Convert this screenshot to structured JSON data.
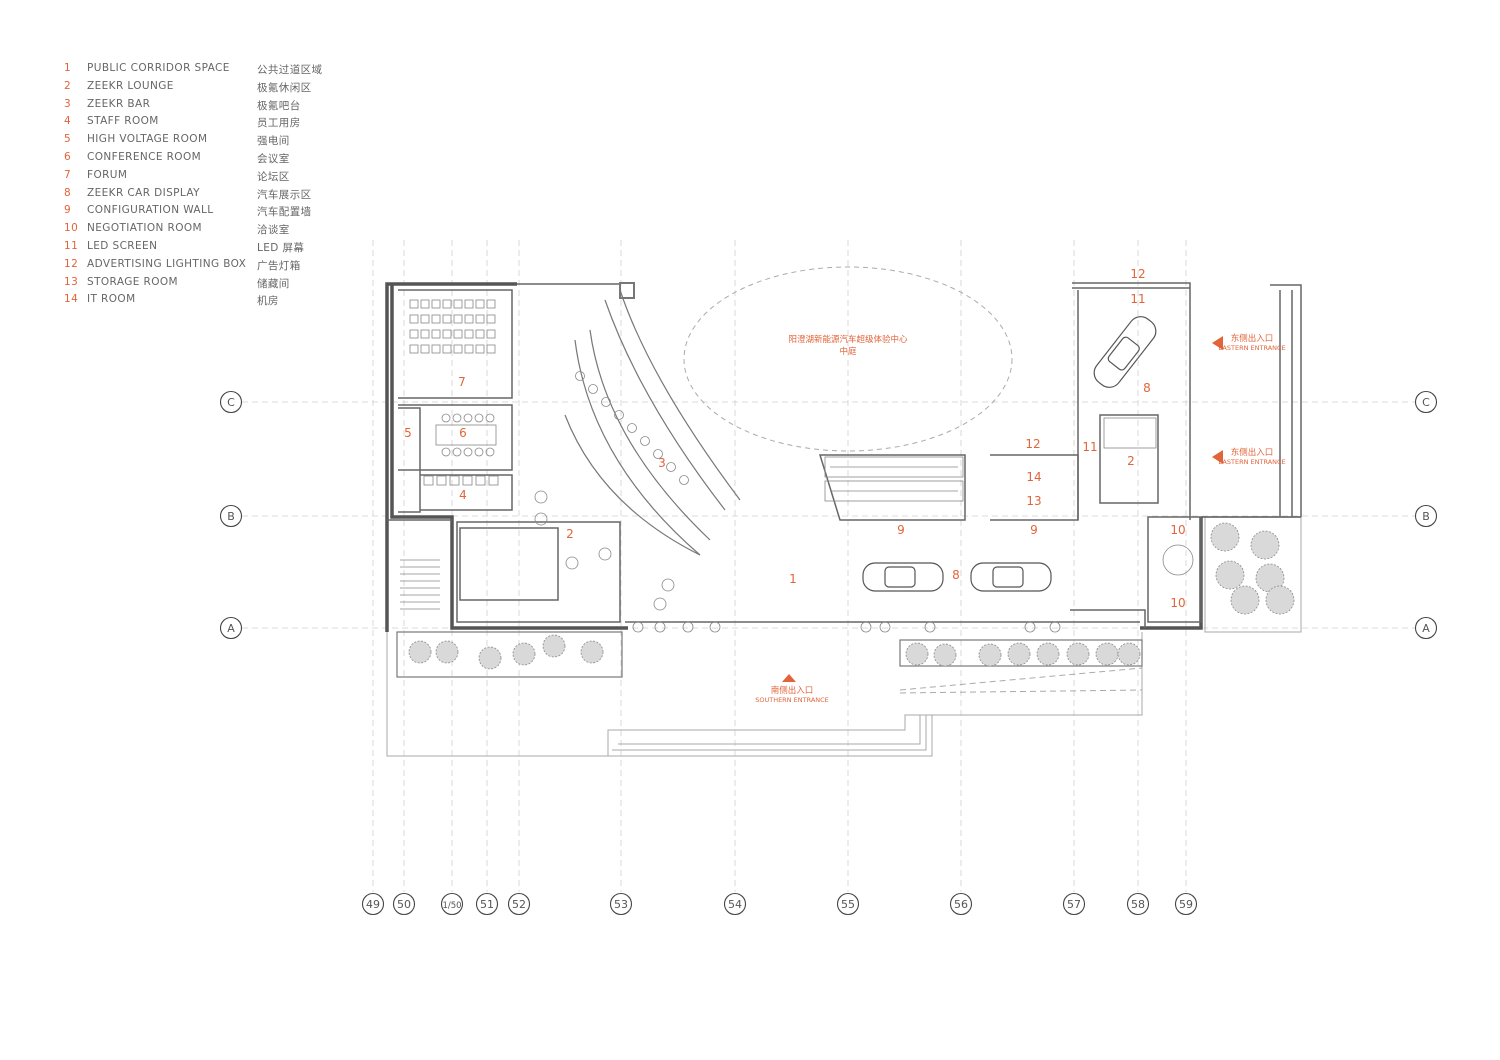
{
  "legend": [
    {
      "num": "1",
      "en": "PUBLIC CORRIDOR SPACE",
      "cn": "公共过道区域"
    },
    {
      "num": "2",
      "en": "ZEEKR LOUNGE",
      "cn": "极氪休闲区"
    },
    {
      "num": "3",
      "en": "ZEEKR BAR",
      "cn": "极氪吧台"
    },
    {
      "num": "4",
      "en": "STAFF ROOM",
      "cn": "员工用房"
    },
    {
      "num": "5",
      "en": "HIGH VOLTAGE ROOM",
      "cn": "强电间"
    },
    {
      "num": "6",
      "en": "CONFERENCE ROOM",
      "cn": "会议室"
    },
    {
      "num": "7",
      "en": "FORUM",
      "cn": "论坛区"
    },
    {
      "num": "8",
      "en": "ZEEKR CAR DISPLAY",
      "cn": "汽车展示区"
    },
    {
      "num": "9",
      "en": "CONFIGURATION WALL",
      "cn": "汽车配置墙"
    },
    {
      "num": "10",
      "en": "NEGOTIATION ROOM",
      "cn": "洽谈室"
    },
    {
      "num": "11",
      "en": "LED SCREEN",
      "cn": "LED 屏幕"
    },
    {
      "num": "12",
      "en": "ADVERTISING LIGHTING BOX",
      "cn": "广告灯箱"
    },
    {
      "num": "13",
      "en": "STORAGE ROOM",
      "cn": "储藏间"
    },
    {
      "num": "14",
      "en": "IT ROOM",
      "cn": "机房"
    }
  ],
  "atrium": {
    "title": "阳澄湖新能源汽车超级体验中心",
    "subtitle": "中庭"
  },
  "entrances": {
    "south_cn": "南侧出入口",
    "south_en": "SOUTHERN ENTRANCE",
    "east_cn": "东侧出入口",
    "east_en": "EASTERN ENTRANCE"
  },
  "grid_rows": [
    "C",
    "B",
    "A"
  ],
  "grid_columns": [
    "49",
    "50",
    "1/50",
    "51",
    "52",
    "53",
    "54",
    "55",
    "56",
    "57",
    "58",
    "59"
  ],
  "room_labels": [
    "7",
    "6",
    "5",
    "4",
    "2",
    "3",
    "1",
    "9",
    "8",
    "9",
    "8",
    "12",
    "11",
    "11",
    "12",
    "14",
    "13",
    "2",
    "10",
    "10"
  ],
  "colors": {
    "accent": "#e2643a",
    "wall": "#5a5a5a",
    "line": "#9a9a9a",
    "tree": "#8a8a8a"
  }
}
